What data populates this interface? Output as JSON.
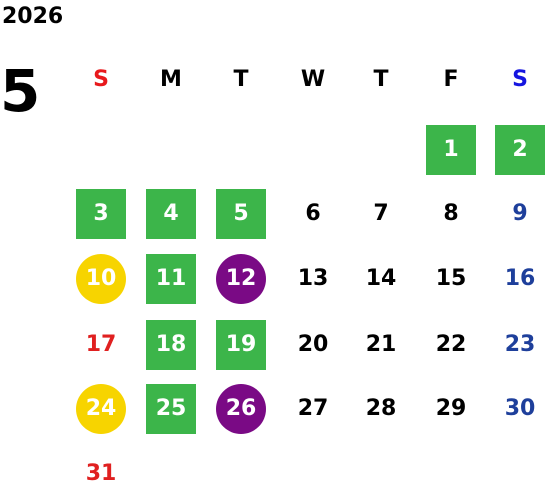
{
  "year": "2026",
  "month": "5",
  "weekdays": [
    "S",
    "M",
    "T",
    "W",
    "T",
    "F",
    "S"
  ],
  "weekday_colors": {
    "sunday": "#e8191c",
    "weekday": "#000000",
    "saturday": "#1515e0"
  },
  "day_colors": {
    "sunday": "#e02020",
    "saturday": "#1e3f9b",
    "weekday": "#000000",
    "green_box": "#3cb54a",
    "yellow_circle": "#f7d400",
    "purple_circle": "#7a0a85"
  },
  "days": [
    {
      "d": "1",
      "style": "green"
    },
    {
      "d": "2",
      "style": "green"
    },
    {
      "d": "3",
      "style": "green"
    },
    {
      "d": "4",
      "style": "green"
    },
    {
      "d": "5",
      "style": "green"
    },
    {
      "d": "6",
      "style": "plain"
    },
    {
      "d": "7",
      "style": "plain"
    },
    {
      "d": "8",
      "style": "plain"
    },
    {
      "d": "9",
      "style": "sat"
    },
    {
      "d": "10",
      "style": "yellow"
    },
    {
      "d": "11",
      "style": "green"
    },
    {
      "d": "12",
      "style": "purple"
    },
    {
      "d": "13",
      "style": "plain"
    },
    {
      "d": "14",
      "style": "plain"
    },
    {
      "d": "15",
      "style": "plain"
    },
    {
      "d": "16",
      "style": "sat"
    },
    {
      "d": "17",
      "style": "sun"
    },
    {
      "d": "18",
      "style": "green"
    },
    {
      "d": "19",
      "style": "green"
    },
    {
      "d": "20",
      "style": "plain"
    },
    {
      "d": "21",
      "style": "plain"
    },
    {
      "d": "22",
      "style": "plain"
    },
    {
      "d": "23",
      "style": "sat"
    },
    {
      "d": "24",
      "style": "yellow"
    },
    {
      "d": "25",
      "style": "green"
    },
    {
      "d": "26",
      "style": "purple"
    },
    {
      "d": "27",
      "style": "plain"
    },
    {
      "d": "28",
      "style": "plain"
    },
    {
      "d": "29",
      "style": "plain"
    },
    {
      "d": "30",
      "style": "sat"
    },
    {
      "d": "31",
      "style": "sun"
    }
  ]
}
